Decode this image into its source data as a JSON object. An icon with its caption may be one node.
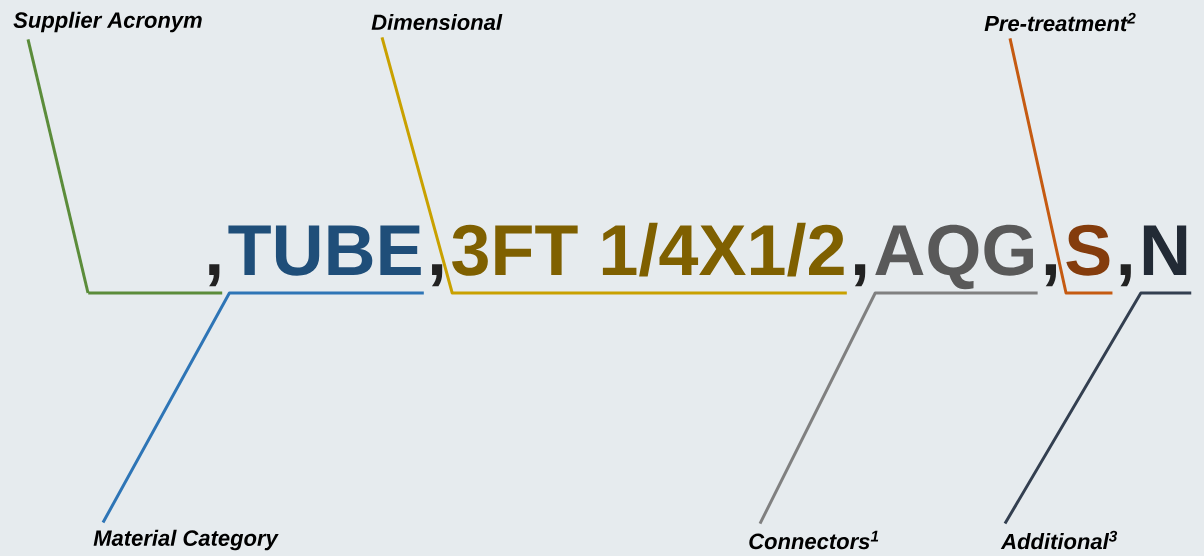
{
  "diagram": {
    "nodes": [
      {
        "text": [
          "Supplier Acronym"
        ]
      },
      {
        "text": [
          "Dimensional"
        ]
      },
      {
        "text": [
          "Pre-treatment$^{2}$"
        ]
      },
      {
        "text": [],
        "shape": "bar"
      },
      {
        "text": [
          "TUBE"
        ]
      },
      {
        "text": [
          "3FT 1/4X1/2"
        ]
      },
      {
        "text": [
          "AQG"
        ]
      },
      {
        "text": [
          "S"
        ]
      },
      {
        "text": [
          "N"
        ]
      },
      {
        "text": [
          "Material Category"
        ]
      },
      {
        "text": [
          "Connectors$^{1}$"
        ]
      },
      {
        "text": [
          "Additional$^{3}$"
        ]
      }
    ],
    "edges": [
      {
        "from": 0,
        "to": 3,
        "arrow": "none",
        "color": "#5b8c3a"
      },
      {
        "from": 9,
        "to": 4,
        "arrow": "none",
        "color": "#2e75b6"
      },
      {
        "from": 1,
        "to": 5,
        "arrow": "none",
        "color": "#c9a100"
      },
      {
        "from": 10,
        "to": 6,
        "arrow": "none",
        "color": "#808080"
      },
      {
        "from": 2,
        "to": 7,
        "arrow": "none",
        "color": "#c55a11"
      },
      {
        "from": 11,
        "to": 8,
        "arrow": "none",
        "color": "#333f50"
      }
    ],
    "labels": [
      ",",
      ",",
      ",",
      ",",
      ","
    ]
  }
}
